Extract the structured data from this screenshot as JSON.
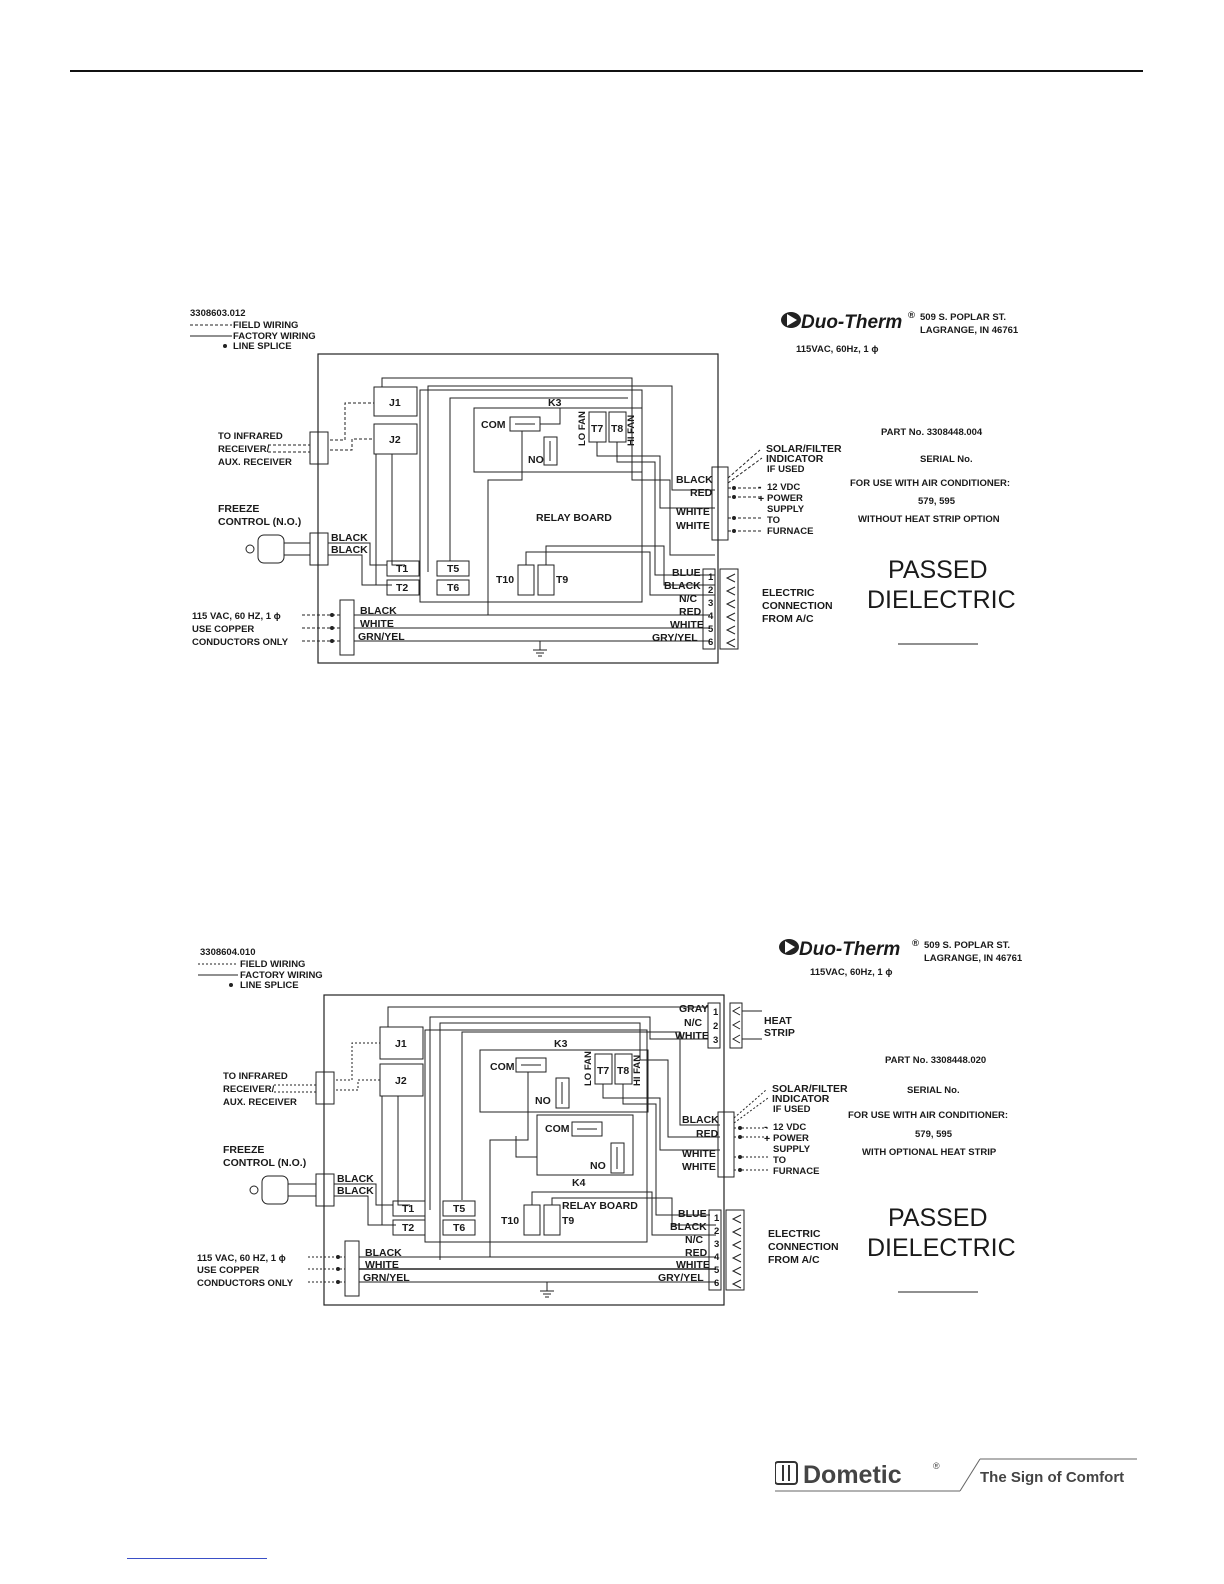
{
  "diagram1": {
    "part_code": "3308603.012",
    "legend": [
      "FIELD WIRING",
      "FACTORY WIRING",
      "LINE SPLICE"
    ],
    "brand": "Duo-Therm",
    "registered_mark": "®",
    "address_line1": "509 S. POPLAR ST.",
    "address_line2": "LAGRANGE, IN 46761",
    "power_rating": "115VAC, 60Hz, 1 ϕ",
    "infrared": [
      "TO INFRARED",
      "RECEIVER/",
      "AUX. RECEIVER"
    ],
    "freeze": [
      "FREEZE",
      "CONTROL (N.O.)"
    ],
    "freeze_wires": [
      "BLACK",
      "BLACK"
    ],
    "supply_notes": [
      "115 VAC, 60 HZ, 1 ϕ",
      "USE COPPER",
      "CONDUCTORS ONLY"
    ],
    "supply_wires": [
      "BLACK",
      "WHITE",
      "GRN/YEL"
    ],
    "connectors": [
      "J1",
      "J2"
    ],
    "relay": "K3",
    "com": "COM",
    "no": "NO",
    "lo_fan": "LO FAN",
    "hi_fan": "HI FAN",
    "t7": "T7",
    "t8": "T8",
    "relay_board": "RELAY BOARD",
    "terminals": [
      "T1",
      "T2",
      "T5",
      "T6",
      "T10",
      "T9"
    ],
    "furnace_wires": [
      "BLACK",
      "RED",
      "WHITE",
      "WHITE"
    ],
    "solar": [
      "SOLAR/FILTER",
      "INDICATOR",
      "IF USED"
    ],
    "power_supply": [
      "12 VDC",
      "POWER",
      "SUPPLY",
      "TO",
      "FURNACE"
    ],
    "plus_minus": [
      "-",
      "+"
    ],
    "ac_wires": [
      "BLUE",
      "BLACK",
      "N/C",
      "RED",
      "WHITE",
      "GRY/YEL"
    ],
    "pin_numbers": [
      "1",
      "2",
      "3",
      "4",
      "5",
      "6"
    ],
    "electric": [
      "ELECTRIC",
      "CONNECTION",
      "FROM A/C"
    ],
    "part_no": "PART No. 3308448.004",
    "serial": "SERIAL No.",
    "for_use": "FOR USE WITH AIR CONDITIONER:",
    "models": "579, 595",
    "option": "WITHOUT HEAT STRIP OPTION",
    "passed": [
      "PASSED",
      "DIELECTRIC"
    ]
  },
  "diagram2": {
    "part_code": "3308604.010",
    "legend": [
      "FIELD WIRING",
      "FACTORY WIRING",
      "LINE SPLICE"
    ],
    "brand": "Duo-Therm",
    "registered_mark": "®",
    "address_line1": "509 S. POPLAR ST.",
    "address_line2": "LAGRANGE, IN 46761",
    "power_rating": "115VAC, 60Hz, 1 ϕ",
    "heat_wires": [
      "GRAY",
      "N/C",
      "WHITE"
    ],
    "heat_pins": [
      "1",
      "2",
      "3"
    ],
    "heat_strip": [
      "HEAT",
      "STRIP"
    ],
    "infrared": [
      "TO INFRARED",
      "RECEIVER/",
      "AUX. RECEIVER"
    ],
    "freeze": [
      "FREEZE",
      "CONTROL (N.O.)"
    ],
    "freeze_wires": [
      "BLACK",
      "BLACK"
    ],
    "supply_notes": [
      "115 VAC, 60 HZ, 1 ϕ",
      "USE COPPER",
      "CONDUCTORS ONLY"
    ],
    "supply_wires": [
      "BLACK",
      "WHITE",
      "GRN/YEL"
    ],
    "connectors": [
      "J1",
      "J2"
    ],
    "relay": "K3",
    "relay2": "K4",
    "com": "COM",
    "no": "NO",
    "lo_fan": "LO FAN",
    "hi_fan": "HI FAN",
    "t7": "T7",
    "t8": "T8",
    "relay_board": "RELAY BOARD",
    "terminals": [
      "T1",
      "T2",
      "T5",
      "T6",
      "T10",
      "T9"
    ],
    "furnace_wires": [
      "BLACK",
      "RED",
      "WHITE",
      "WHITE"
    ],
    "solar": [
      "SOLAR/FILTER",
      "INDICATOR",
      "IF USED"
    ],
    "power_supply": [
      "12 VDC",
      "POWER",
      "SUPPLY",
      "TO",
      "FURNACE"
    ],
    "plus_minus": [
      "-",
      "+"
    ],
    "ac_wires": [
      "BLUE",
      "BLACK",
      "N/C",
      "RED",
      "WHITE",
      "GRY/YEL"
    ],
    "pin_numbers": [
      "1",
      "2",
      "3",
      "4",
      "5",
      "6"
    ],
    "electric": [
      "ELECTRIC",
      "CONNECTION",
      "FROM A/C"
    ],
    "part_no": "PART No. 3308448.020",
    "serial": "SERIAL No.",
    "for_use": "FOR USE WITH AIR CONDITIONER:",
    "models": "579, 595",
    "option": "WITH OPTIONAL HEAT STRIP",
    "passed": [
      "PASSED",
      "DIELECTRIC"
    ]
  },
  "footer": {
    "brand": "Dometic",
    "registered_mark": "®",
    "tagline": "The Sign of Comfort"
  }
}
